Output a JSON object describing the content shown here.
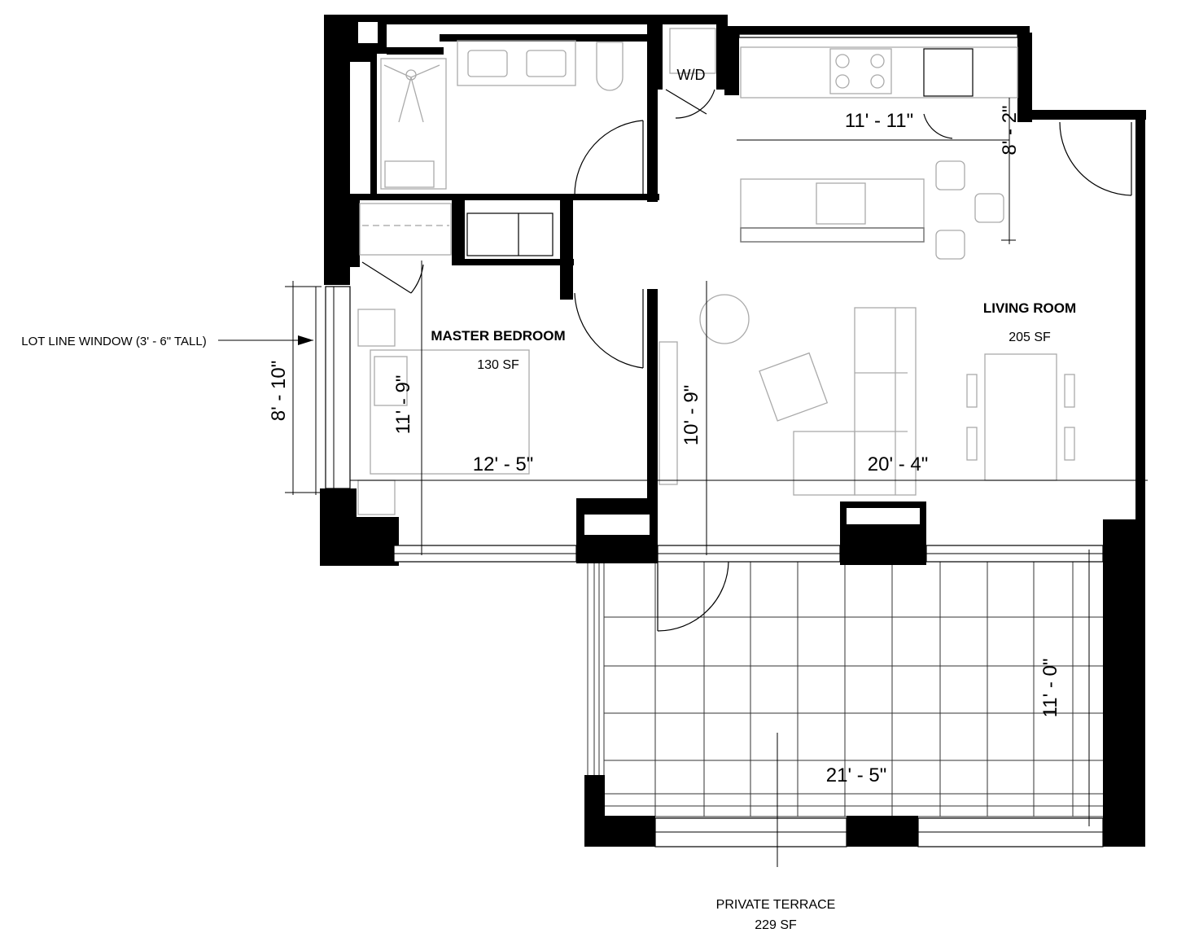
{
  "rooms": {
    "living_room": {
      "name": "LIVING ROOM",
      "area": "205 SF"
    },
    "master_bedroom": {
      "name": "MASTER BEDROOM",
      "area": "130 SF"
    },
    "private_terrace": {
      "name": "PRIVATE TERRACE",
      "area": "229 SF"
    },
    "laundry": {
      "name": "W/D"
    }
  },
  "dimensions": {
    "kitchen_width": "11' - 11\"",
    "kitchen_depth": "8' - 2\"",
    "bedroom_depth": "11' - 9\"",
    "bedroom_width": "12' - 5\"",
    "living_depth": "10' - 9\"",
    "living_width": "20' - 4\"",
    "terrace_depth": "11' - 0\"",
    "terrace_width": "21' - 5\"",
    "window_width": "8' - 10\""
  },
  "annotations": {
    "lot_line_window": "LOT LINE WINDOW (3' - 6\" TALL)"
  }
}
